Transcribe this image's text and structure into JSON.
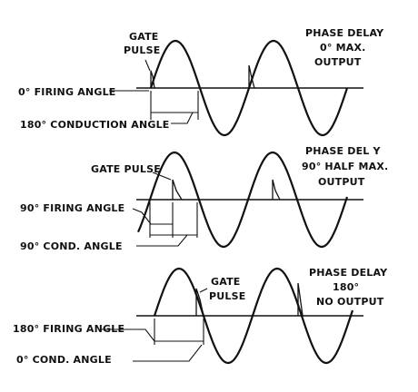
{
  "panels": [
    {
      "gate_label": [
        "GATE",
        "PULSE"
      ],
      "phase_label": [
        "PHASE DELAY",
        "0° MAX.",
        "OUTPUT"
      ],
      "firing_label": "0° FIRING ANGLE",
      "conduction_label": "180° CONDUCTION ANGLE"
    },
    {
      "gate_label": [
        "GATE PULSE"
      ],
      "phase_label": [
        "PHASE DEL Y",
        "90° HALF MAX.",
        "OUTPUT"
      ],
      "firing_label": "90° FIRING ANGLE",
      "conduction_label": "90° COND. ANGLE"
    },
    {
      "gate_label": [
        "GATE",
        "PULSE"
      ],
      "phase_label": [
        "PHASE DELAY",
        "180°",
        "NO OUTPUT"
      ],
      "firing_label": "180° FIRING ANGLE",
      "conduction_label": "0° COND. ANGLE"
    }
  ]
}
